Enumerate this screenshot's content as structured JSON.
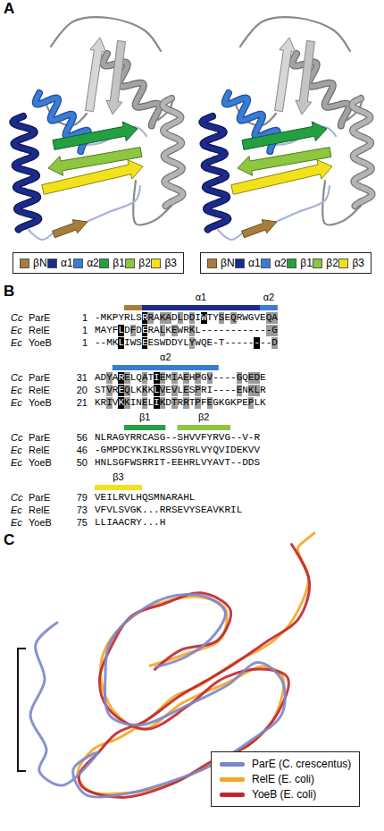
{
  "diagram": {
    "labels": [
      "A",
      "B",
      "C",
      "α1",
      "α2",
      "Cc",
      "ParE",
      "1",
      "-MKPYRLSRRAKADLDDIWTYSEQRWGVEQA",
      "Ec",
      "RelE",
      "1",
      "MAYFLDFDERALKEWRKL------------G",
      "Ec",
      "YoeB",
      "1",
      "--MKLIWSEESWDDYLYWQE-T--------D",
      "α2",
      "Cc",
      "ParE",
      "31",
      "ADYARELQATIEMIAEHPGV----GQEDE",
      "Ec",
      "RelE",
      "20",
      "STVREQLKKKLVEVLESPRI----ENKLR",
      "Ec",
      "YoeB",
      "21",
      "KRIVKKINELIKDTRRTPFEGKGKPEPLK",
      "β1",
      "β2",
      "Cc",
      "ParE",
      "56",
      "NLRAGYRRCASG--SHVVFYRVG--V-R",
      "Ec",
      "RelE",
      "46",
      "-GMPDCYKIKLRSSGYRLVYQVIDEKVV",
      "Ec",
      "YoeB",
      "50",
      "HNLSGFWSRRIT-EEHRLVYAVT--DDS",
      "β3",
      "Cc",
      "ParE",
      "79",
      "VEILRVLHQSMNARAHL",
      "Ec",
      "RelE",
      "73",
      "VFVLSVGK...RRSEVYSEAVKRIL",
      "Ec",
      "YoeB",
      "75",
      "LLIAACRY...H"
    ],
    "legend": [
      {
        "text": "βN",
        "color": "#a87d3a"
      },
      {
        "text": "α1",
        "color": "#1c2a8c"
      },
      {
        "text": "α2",
        "color": "#3a7bd5"
      },
      {
        "text": "β1",
        "color": "#23a041"
      },
      {
        "text": "β2",
        "color": "#8dc63f"
      },
      {
        "text": "β3",
        "color": "#f2e21b"
      },
      {
        "text": "βN",
        "color": "#a87d3a"
      },
      {
        "text": "α1",
        "color": "#1c2a8c"
      },
      {
        "text": "α2",
        "color": "#3a7bd5"
      },
      {
        "text": "β1",
        "color": "#23a041"
      },
      {
        "text": "β2",
        "color": "#8dc63f"
      },
      {
        "text": "β3",
        "color": "#f2e21b"
      },
      {
        "text": "ParE (C. crescentus)",
        "color": "#7b86c8"
      },
      {
        "text": "RelE (E. coli)",
        "color": "#f5a623"
      },
      {
        "text": "YoeB (E. coli)",
        "color": "#c0262d"
      }
    ]
  }
}
